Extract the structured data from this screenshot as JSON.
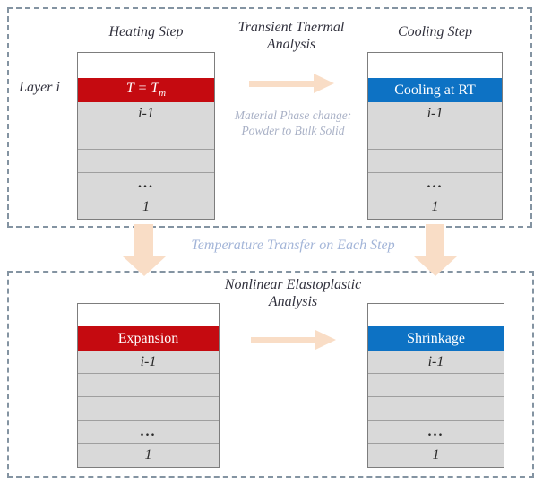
{
  "colors": {
    "active_red": "#C50A10",
    "active_blue": "#0D72C4",
    "row_gray": "#D9D9D9",
    "arrow_peach": "#F9DDC6",
    "border_slate": "#8494A2",
    "text_dark": "#32323E",
    "text_light_blue": "#A3B5D8",
    "text_muted": "#A9B1C6"
  },
  "top_box": {
    "left_title": "Heating Step",
    "center_title_line1": "Transient Thermal",
    "center_title_line2": "Analysis",
    "right_title": "Cooling Step",
    "layer_label": "Layer i",
    "note_line1": "Material Phase change:",
    "note_line2": "Powder to Bulk Solid",
    "left_stack": {
      "rows": [
        {
          "label": ""
        },
        {
          "label": "T = T",
          "sub": "m"
        },
        {
          "label": "i-1"
        },
        {
          "label": ""
        },
        {
          "label": ""
        },
        {
          "label": "..."
        },
        {
          "label": "1"
        }
      ]
    },
    "right_stack": {
      "rows": [
        {
          "label": ""
        },
        {
          "label": "Cooling at RT"
        },
        {
          "label": "i-1"
        },
        {
          "label": ""
        },
        {
          "label": ""
        },
        {
          "label": "..."
        },
        {
          "label": "1"
        }
      ]
    }
  },
  "between": {
    "label": "Temperature Transfer on Each Step"
  },
  "bottom_box": {
    "title_line1": "Nonlinear Elastoplastic",
    "title_line2": "Analysis",
    "left_stack": {
      "rows": [
        {
          "label": ""
        },
        {
          "label": "Expansion"
        },
        {
          "label": "i-1"
        },
        {
          "label": ""
        },
        {
          "label": ""
        },
        {
          "label": "..."
        },
        {
          "label": "1"
        }
      ]
    },
    "right_stack": {
      "rows": [
        {
          "label": ""
        },
        {
          "label": "Shrinkage"
        },
        {
          "label": "i-1"
        },
        {
          "label": ""
        },
        {
          "label": ""
        },
        {
          "label": "..."
        },
        {
          "label": "1"
        }
      ]
    }
  }
}
